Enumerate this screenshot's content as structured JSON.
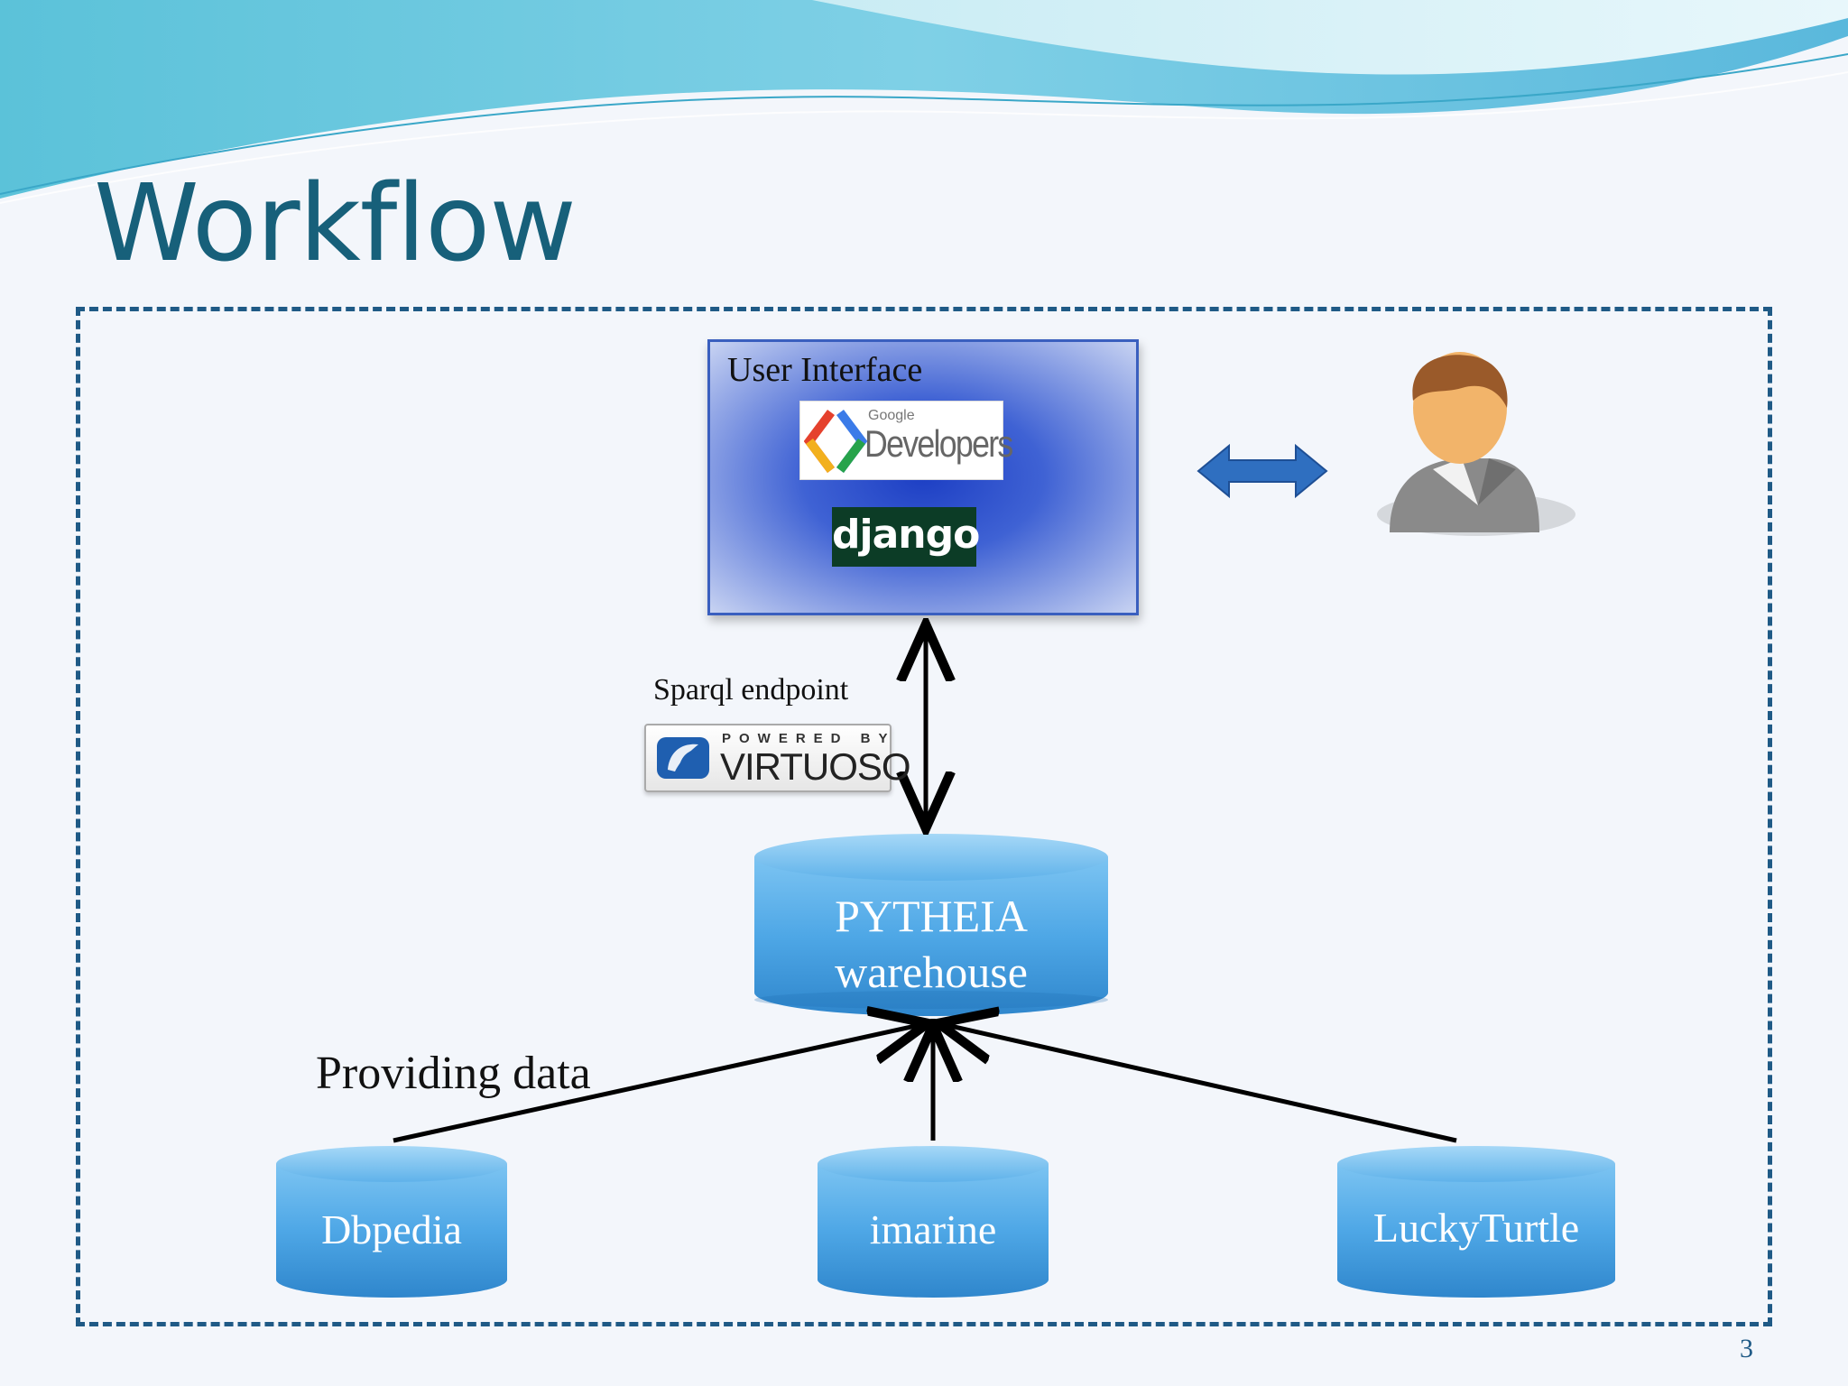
{
  "slide": {
    "title": "Workflow",
    "page_number": "3"
  },
  "user_interface": {
    "label": "User Interface",
    "logos": {
      "google_small": "Google",
      "google_developers": "Developers",
      "django": "django"
    }
  },
  "endpoint": {
    "label": "Sparql endpoint",
    "powered_by": "POWERED BY",
    "virtuoso": "VIRTUOSO"
  },
  "warehouse": {
    "line1": "PYTHEIA",
    "line2": "warehouse"
  },
  "providing_label": "Providing data",
  "sources": [
    {
      "label": "Dbpedia"
    },
    {
      "label": "imarine"
    },
    {
      "label": "LuckyTurtle"
    }
  ],
  "colors": {
    "title": "#17607a",
    "frame_border": "#1f5a86",
    "cylinder": "#4ea7e6",
    "double_arrow": "#2f6fc0",
    "ui_box": "#1d3fc4"
  },
  "icons": {
    "user": "user-avatar-icon",
    "bidirectional": "double-arrow-icon",
    "google": "google-brackets-icon",
    "virtuoso": "virtuoso-logo-icon"
  }
}
